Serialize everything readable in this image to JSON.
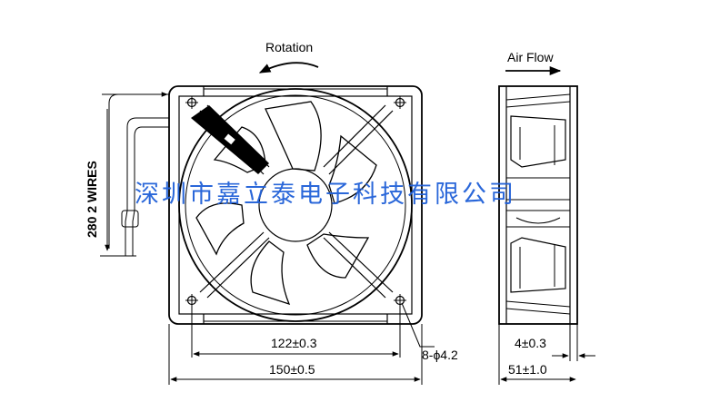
{
  "front_view": {
    "rotation_label": "Rotation",
    "wire_label": "280  2 WIRES",
    "dim_inner": "122±0.3",
    "dim_outer": "150±0.5",
    "dim_holes": "8-ϕ4.2"
  },
  "side_view": {
    "airflow_label": "Air Flow",
    "dim_flange": "4±0.3",
    "dim_depth": "51±1.0"
  },
  "watermark": "深圳市嘉立泰电子科技有限公司"
}
